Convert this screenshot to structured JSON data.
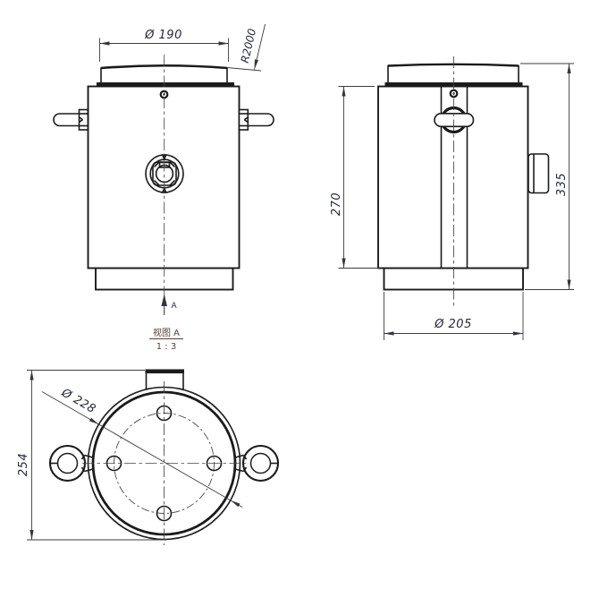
{
  "labels": {
    "cap_diameter": "Ø 190",
    "cap_sphere_radius": "R2000",
    "body_height": "270",
    "total_height": "335",
    "base_diameter": "Ø 205",
    "bottom_view_overall": "254",
    "body_diameter": "Ø 228",
    "section_arrow": "A",
    "detail_view_title": "视图 A",
    "detail_view_scale": "1 : 3"
  },
  "colors": {
    "background": "#ffffff",
    "object_line": "#1b1b1d",
    "dim_line": "#3d3d42",
    "dim_text": "#242a3a",
    "view_label_text": "#5a4138"
  }
}
